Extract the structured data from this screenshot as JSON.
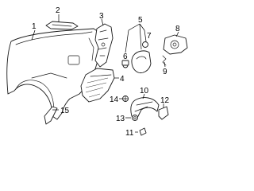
{
  "diagram": {
    "callouts": {
      "c1": "1",
      "c2": "2",
      "c3": "3",
      "c4": "4",
      "c5": "5",
      "c6": "6",
      "c7": "7",
      "c8": "8",
      "c9": "9",
      "c10": "10",
      "c11": "11",
      "c12": "12",
      "c13": "13",
      "c14": "14",
      "c15": "15"
    }
  }
}
